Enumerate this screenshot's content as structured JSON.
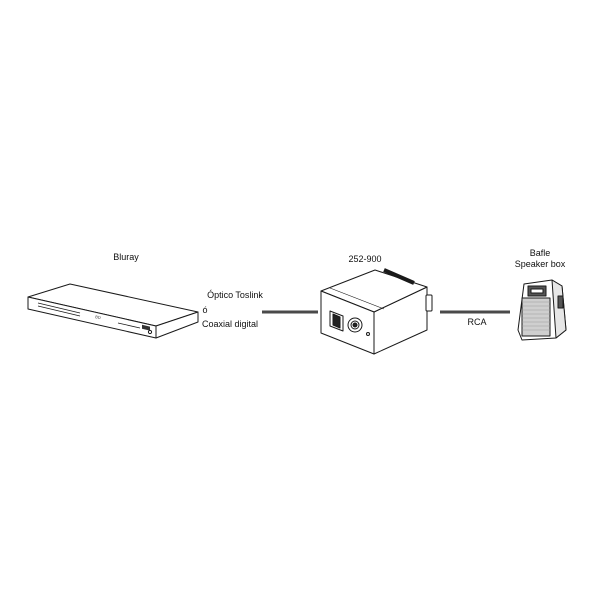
{
  "devices": {
    "bluray": {
      "label": "Bluray"
    },
    "converter": {
      "label": "252-900"
    },
    "speaker": {
      "label_es": "Bafle",
      "label_en": "Speaker box"
    }
  },
  "connections": {
    "input": {
      "line1": "Óptico Toslink",
      "line2": "ó",
      "line3": "Coaxial digital"
    },
    "output": {
      "label": "RCA"
    }
  },
  "colors": {
    "cable": "#4a4a4a",
    "outline": "#1a1a1a",
    "fill": "#ffffff"
  }
}
